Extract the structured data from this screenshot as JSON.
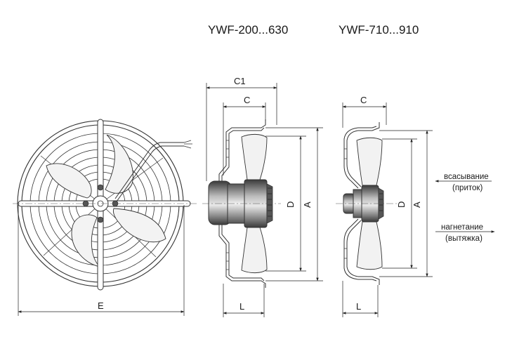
{
  "titles": {
    "small_series": "YWF-200...630",
    "large_series": "YWF-710...910"
  },
  "dimensions": {
    "E": "E",
    "C1": "C1",
    "C": "C",
    "D": "D",
    "A": "A",
    "L": "L"
  },
  "flow": {
    "suction": "всасывание",
    "suction_sub": "(приток)",
    "discharge": "нагнетание",
    "discharge_sub": "(вытяжка)"
  },
  "colors": {
    "line": "#333333",
    "blade_fill": "#f0f0f0",
    "motor_dark": "#4a4a4a",
    "motor_mid": "#9a9a9a"
  }
}
